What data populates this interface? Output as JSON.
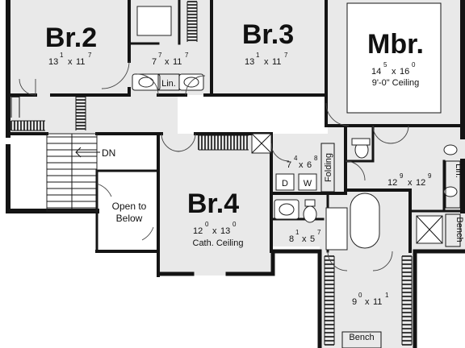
{
  "rooms": {
    "br2": {
      "name": "Br.2",
      "w_ft": "13",
      "w_in": "1",
      "x": "x",
      "l_ft": "11",
      "l_in": "7"
    },
    "br3": {
      "name": "Br.3",
      "w_ft": "13",
      "w_in": "1",
      "x": "x",
      "l_ft": "11",
      "l_in": "7"
    },
    "mbr": {
      "name": "Mbr.",
      "w_ft": "14",
      "w_in": "5",
      "x": "x",
      "l_ft": "16",
      "l_in": "0",
      "ceiling": "9'-0\" Ceiling"
    },
    "br4": {
      "name": "Br.4",
      "w_ft": "12",
      "w_in": "0",
      "x": "x",
      "l_ft": "13",
      "l_in": "0",
      "ceiling": "Cath. Ceiling"
    },
    "bath2": {
      "w_ft": "7",
      "w_in": "7",
      "x": "x",
      "l_ft": "11",
      "l_in": "7",
      "linen": "Lin."
    },
    "laundry": {
      "w_ft": "7",
      "w_in": "4",
      "x": "x",
      "l_ft": "6",
      "l_in": "8",
      "dryer": "D",
      "washer": "W",
      "folding": "Folding"
    },
    "mbath": {
      "w_ft": "12",
      "w_in": "9",
      "x": "x",
      "l_ft": "12",
      "l_in": "9",
      "linen": "Lin.",
      "bench": "Bench"
    },
    "bath3": {
      "w_ft": "8",
      "w_in": "1",
      "x": "x",
      "l_ft": "5",
      "l_in": "7"
    },
    "wic": {
      "w_ft": "9",
      "w_in": "0",
      "x": "x",
      "l_ft": "11",
      "l_in": "1",
      "bench": "Bench"
    }
  },
  "labels": {
    "stair_dn": "DN",
    "open_to_below_1": "Open to",
    "open_to_below_2": "Below"
  }
}
